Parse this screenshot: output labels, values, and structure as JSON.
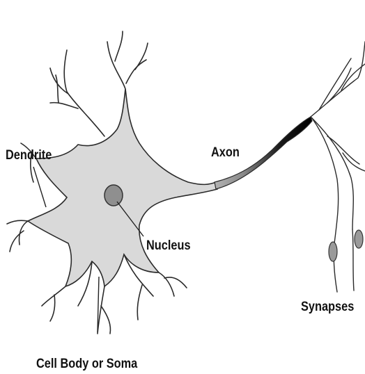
{
  "labels": {
    "dendrite": "Dendrite",
    "axon": "Axon",
    "nucleus": "Nucleus",
    "synapses": "Synapses",
    "cell_body": "Cell Body or Soma"
  },
  "colors": {
    "soma_fill": "#d9d9d9",
    "nucleus_fill": "#8f8f8f",
    "axon_dark": "#111111",
    "outline": "#2a2a2a"
  }
}
